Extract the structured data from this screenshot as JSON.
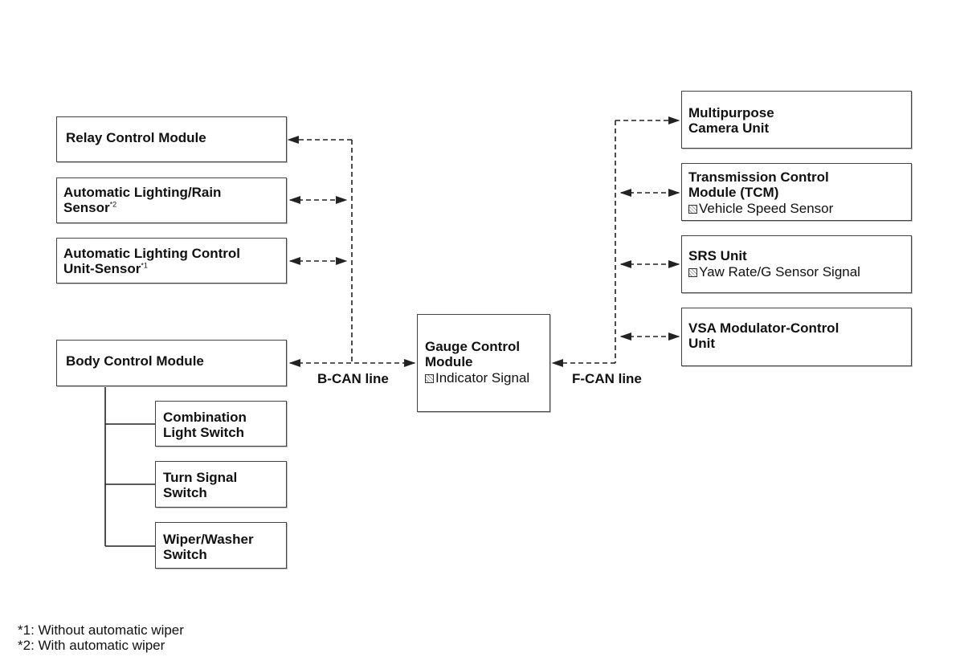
{
  "nodes": {
    "relay": {
      "line1": "Relay Control Module"
    },
    "rain_sensor": {
      "line1": "Automatic Lighting/Rain",
      "line2": "Sensor",
      "note": "*2"
    },
    "light_ctrl": {
      "line1": "Automatic Lighting Control",
      "line2": "Unit-Sensor",
      "note": "*1"
    },
    "body_ctrl": {
      "line1": "Body Control Module"
    },
    "combo_switch": {
      "line1": "Combination",
      "line2": "Light Switch"
    },
    "turn_switch": {
      "line1": "Turn Signal",
      "line2": "Switch"
    },
    "wiper_switch": {
      "line1": "Wiper/Washer",
      "line2": "Switch"
    },
    "gauge": {
      "line1": "Gauge Control",
      "line2": "Module",
      "signal": "Indicator Signal"
    },
    "camera": {
      "line1": "Multipurpose",
      "line2": "Camera Unit"
    },
    "tcm": {
      "line1": "Transmission Control",
      "line2": "Module (TCM)",
      "signal": "Vehicle Speed Sensor"
    },
    "srs": {
      "line1": "SRS Unit",
      "signal": "Yaw Rate/G Sensor Signal"
    },
    "vsa": {
      "line1": "VSA Modulator-Control",
      "line2": "Unit"
    }
  },
  "bus_labels": {
    "b_can": "B-CAN line",
    "f_can": "F-CAN line"
  },
  "footnotes": [
    "*1: Without automatic wiper",
    "*2: With automatic wiper"
  ]
}
